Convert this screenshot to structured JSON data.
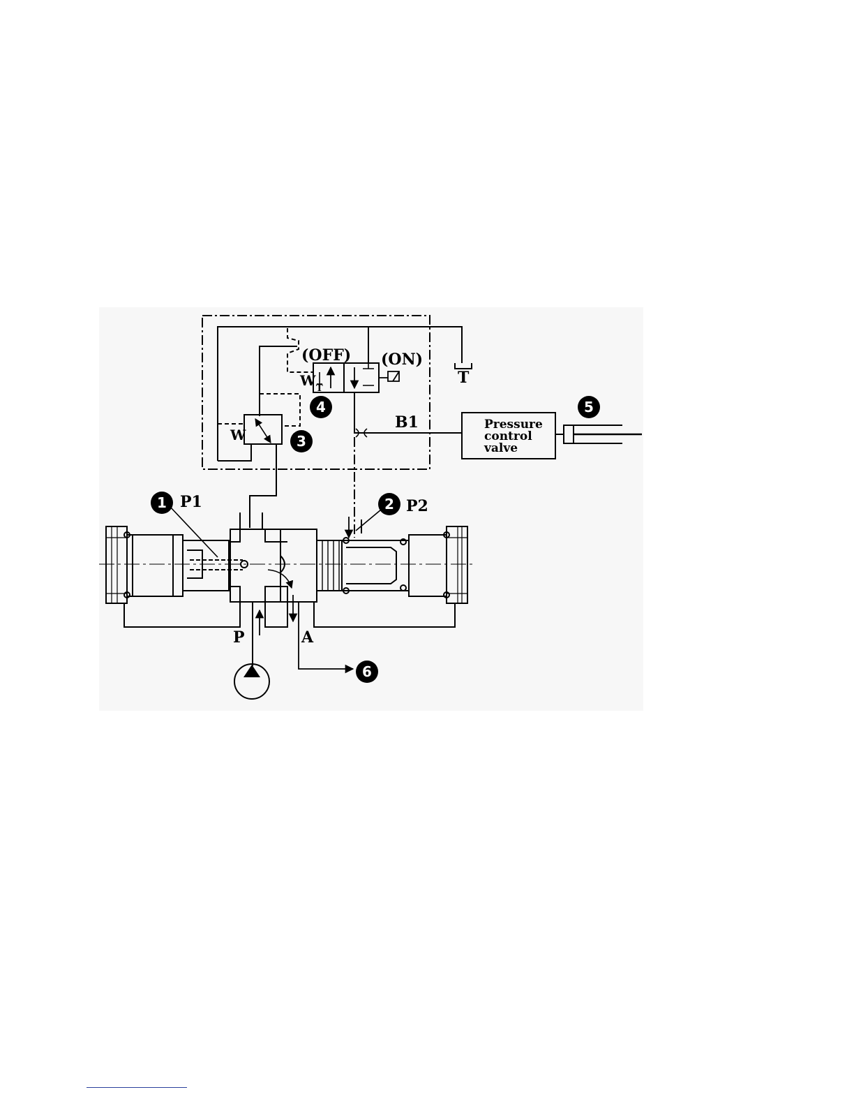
{
  "labels": {
    "off": "(OFF)",
    "on": "(ON)",
    "tank": "T",
    "b1": "B1",
    "p1": "P1",
    "p2": "P2",
    "p": "P",
    "a": "A",
    "w_valve4": "W",
    "t_valve4": "T",
    "w_valve3": "W",
    "pressure_control_valve": [
      "Pressure",
      "control",
      "valve"
    ]
  },
  "markers": [
    "1",
    "2",
    "3",
    "4",
    "5",
    "6"
  ]
}
